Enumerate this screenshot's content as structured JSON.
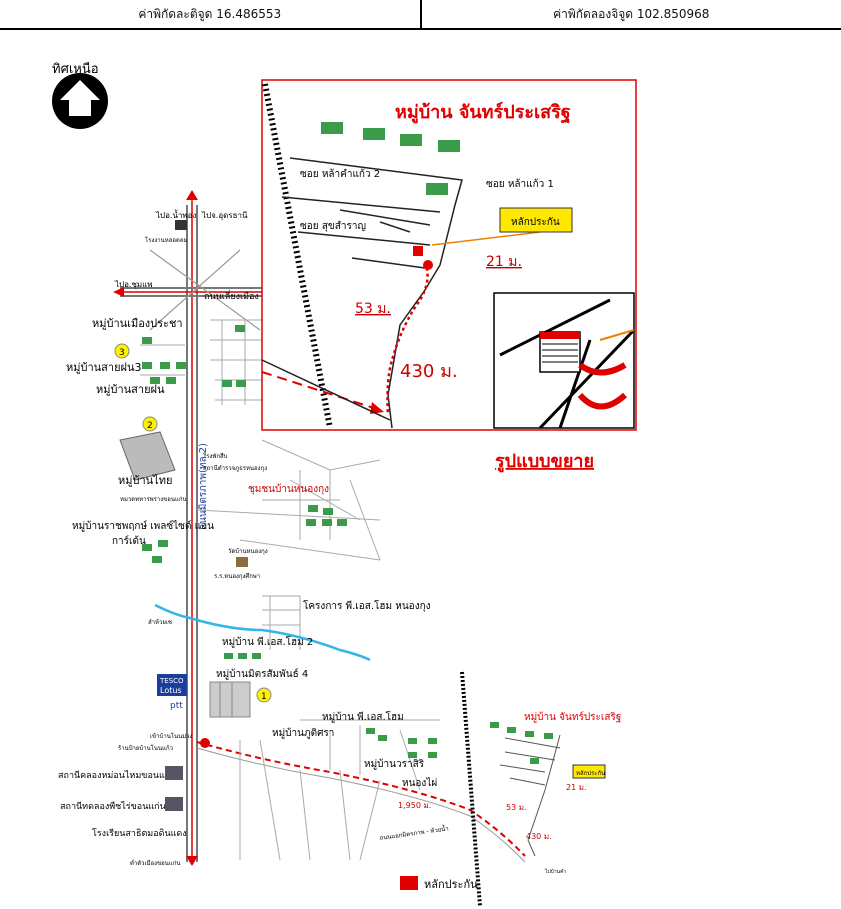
{
  "header": {
    "lat_label": "ค่าพิกัดละติจูด 16.486553",
    "lon_label": "ค่าพิกัดลองจิจูด 102.850968"
  },
  "compass": {
    "label": "ทิศเหนือ",
    "icon": "north-arrow-icon"
  },
  "inset": {
    "title": "หมู่บ้าน จันทร์ประเสริฐ",
    "soi_1": "ซอย หล้าแก้ว 1",
    "soi_2": "ซอย หล้าคำแก้ว 2",
    "soi_3": "ซอย สุขสำราญ",
    "collateral_callout": "หลักประกัน",
    "dist_21": "21 ม.",
    "dist_53": "53 ม.",
    "dist_430": "430 ม.",
    "enlarged_caption": "รูปแบบขยาย"
  },
  "main_map": {
    "to_nam_phong": "ไปอ.น้ำพอง",
    "to_udon": "ไปจ.อุดรธานี",
    "factory": "โรงงานหลอดลม",
    "to_chum_phae": "ไปอ.ชุมแพ",
    "bypass_road": "ถนนเลี่ยงเมือง",
    "village_mueang_pracha": "หมู่บ้านเมืองประชา",
    "village_sai_fon_3": "หมู่บ้านสายฝน3",
    "village_sai_fon": "หมู่บ้านสายฝน",
    "village_thai": "หมู่บ้านไทย",
    "police_note": "โรงพักสืบ",
    "school_note": "สถานีตำรวจภูธรหนองกุง",
    "base_note": "หมวดทหารพรางขอนแก่น",
    "village_rachaphruek": "หมู่บ้านราชพฤกษ์ เพลซ์ไซด์ แอน",
    "village_rachaphruek_2": "การ์เด้น",
    "community_nong_kung": "ชุมชนบ้านหนองกุง",
    "temple": "วัดบ้านหนองกุง",
    "school_nk": "ร.ร.หนองกุงศึกษา",
    "road_mittraphap": "ถนนมิตรภาพ(ทล.2)",
    "project_ps_home": "โครงการ พี.เอส.โฮม หนองกุง",
    "canal": "ลำห้วยเซ",
    "village_ps_home_2": "หมู่บ้าน พี.เอส.โฮม 2",
    "village_mitr_samphan": "หมู่บ้านมิตรสัมพันธ์ 4",
    "tesco": "TESCO",
    "lotus": "Lotus",
    "ptt": "ptt",
    "village_ps_home": "หมู่บ้าน พี.เอส.โฮม",
    "village_kitisara": "หมู่บ้านภูติศรา",
    "village_warasiri": "หมู่บ้านวราสิริ",
    "nong_phai": "หนองไผ่",
    "intersection": "เข้าบ้านโนนม่วง",
    "sign_market": "ร้านป้ายบ้านโนนแก้ว",
    "station_1": "สถานีคลองหม่อนไหมขอนแก่น",
    "station_2": "สถานีทดลองพืชไร่ขอนแก่น",
    "school_sathit": "โรงเรียนสาธิตมอดินแดง",
    "to_khon_kaen": "ต่ำตัวเมืองขอนแก่น",
    "dist_1950": "1,950 ม.",
    "road_bottom": "ถนนแยกมิตรภาพ - ห้วยน้ำ",
    "to_ban_kham": "ไปบ้านคำ",
    "mini_title": "หมู่บ้าน จันทร์ประเสริฐ",
    "mini_callout": "หลักประกัน",
    "mini_21": "21 ม.",
    "mini_53": "53 ม.",
    "mini_430": "430 ม.",
    "marker_1": "1",
    "marker_2": "2",
    "marker_3": "3"
  },
  "legend": {
    "label": "หลักประกัน",
    "color": "#e00000"
  },
  "colors": {
    "red": "#e00000",
    "road": "#555555",
    "water": "#33b5e5",
    "callout_yellow": "#ffe800"
  }
}
